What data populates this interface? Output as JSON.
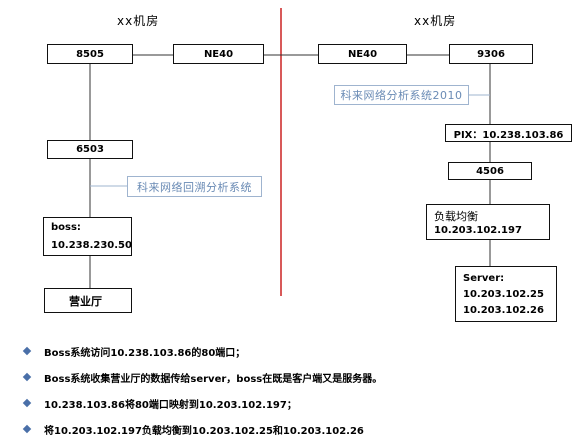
{
  "titles": {
    "left": "xx机房",
    "right": "xx机房"
  },
  "nodes": {
    "n8505": "8505",
    "ne40_left": "NE40",
    "ne40_right": "NE40",
    "n9306": "9306",
    "n6503": "6503",
    "pix": "PIX：10.238.103.86",
    "n4506": "4506",
    "boss": {
      "line1": "boss:",
      "line2": "10.238.230.50"
    },
    "hall": "营业厅",
    "lb": {
      "line1": "负载均衡",
      "line2": "10.203.102.197"
    },
    "server": {
      "line1": "Server:",
      "line2": "10.203.102.25",
      "line3": "10.203.102.26"
    }
  },
  "tags": {
    "left_system": "科来网络回溯分析系统",
    "right_system": "科来网络分析系统2010"
  },
  "notes": [
    "Boss系统访问10.238.103.86的80端口；",
    "Boss系统收集营业厅的数据传给server，boss在既是客户端又是服务器。",
    "10.238.103.86将80端口映射到10.203.102.197；",
    "将10.203.102.197负载均衡到10.203.102.25和10.203.102.26"
  ],
  "colors": {
    "divider": "#cc2222",
    "tag_text": "#6a8bb5",
    "tag_border": "#9fb4cf",
    "bullet": "#4a6fa8"
  }
}
